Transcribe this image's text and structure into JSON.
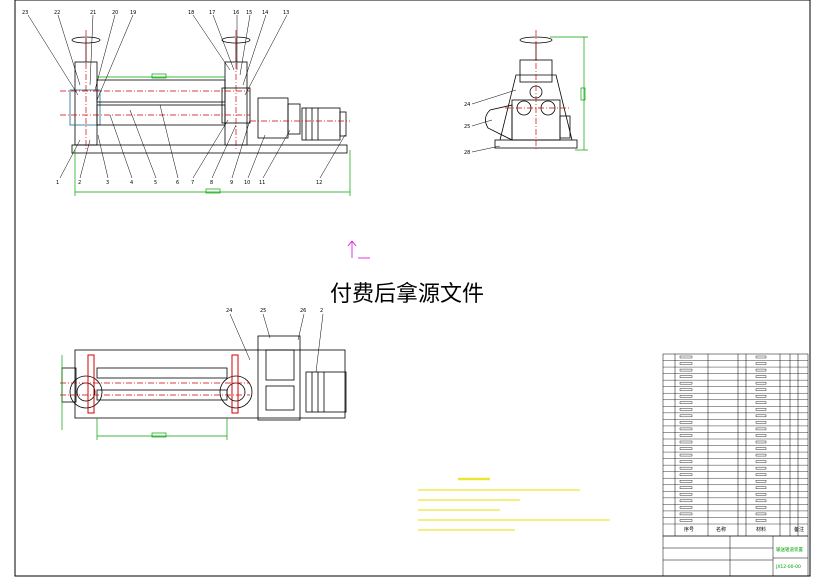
{
  "watermark": "付费后拿源文件",
  "front_view_balloons_top": [
    "23",
    "22",
    "21",
    "20",
    "19",
    "18",
    "17",
    "16",
    "15",
    "14",
    "13"
  ],
  "front_view_balloons_bottom": [
    "1",
    "2",
    "3",
    "4",
    "5",
    "6",
    "7",
    "8",
    "9",
    "10",
    "11",
    "12"
  ],
  "side_view_balloons": [
    "24",
    "25",
    "28"
  ],
  "plan_view_balloons": [
    "24",
    "25",
    "26",
    "2"
  ],
  "title_block": {
    "col_no": "序号",
    "col_name": "名称",
    "col_material": "材料",
    "col_remark": "备注",
    "drawing_title": "输送辊道装置",
    "drawing_no": "JX12-00-00"
  },
  "colors": {
    "line": "#000000",
    "center_line": "#d00000",
    "dimension": "#00a000",
    "cursor": "#e000e0",
    "notes": "#e8e000"
  }
}
